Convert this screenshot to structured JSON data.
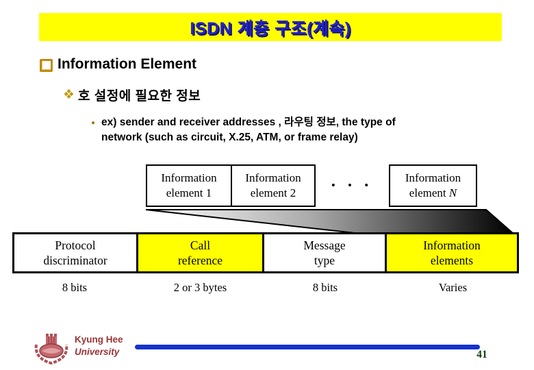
{
  "slide": {
    "title": "ISDN 계층 구조(계속)",
    "heading": "Information Element",
    "subheading": "호 설정에 필요한 정보",
    "example": {
      "line1": "ex) sender and receiver addresses , 라우팅 정보, the type of",
      "line2": "network (such as circuit, X.25, ATM, or frame relay)"
    }
  },
  "diagram": {
    "upper_boxes": [
      {
        "line1": "Information",
        "line2": "element 1",
        "italic": ""
      },
      {
        "line1": "Information",
        "line2": "element 2",
        "italic": ""
      },
      {
        "line1": "Information",
        "line2": "element ",
        "italic": "N"
      }
    ],
    "dots": "• • •",
    "lower_boxes": [
      {
        "line1": "Protocol",
        "line2": "discriminator",
        "size": "8 bits"
      },
      {
        "line1": "Call",
        "line2": "reference",
        "size": "2 or 3 bytes"
      },
      {
        "line1": "Message",
        "line2": "type",
        "size": "8 bits"
      },
      {
        "line1": "Information",
        "line2": "elements",
        "size": "Varies"
      }
    ]
  },
  "footer": {
    "university_line1": "Kyung Hee",
    "university_line2": "University",
    "page_number": "41"
  },
  "colors": {
    "title_bg": "#ffff00",
    "title_text": "#2222cc",
    "box_yellow": "#ffff00",
    "box_white": "#ffffff",
    "accent_bar_blue": "#1733cc",
    "university_text": "#993333",
    "page_number_green": "#114411",
    "bullet_gold": "#c08a10"
  }
}
